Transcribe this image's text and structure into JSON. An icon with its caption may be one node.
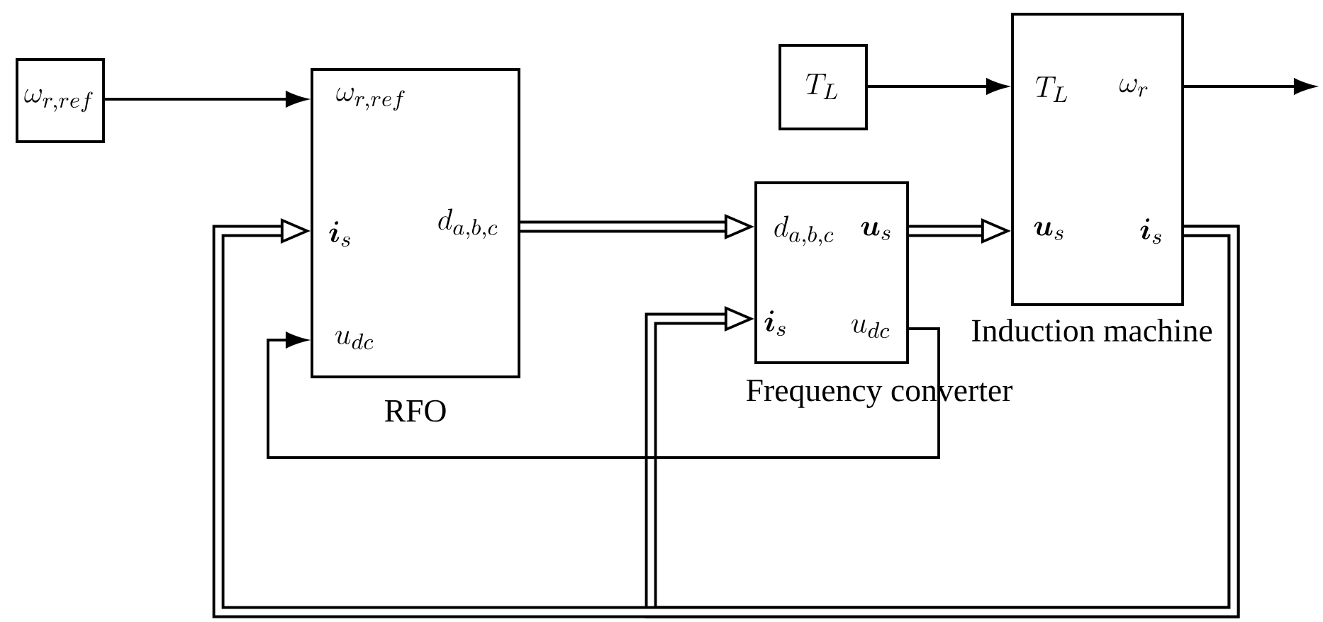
{
  "diagram": {
    "nodes": [
      {
        "text": [
          "\\omega_{r,ref}"
        ]
      },
      {
        "text": [
          "\\omega_{r,ref}",
          "\\boldsymbol{i}_s",
          "u_{dc}",
          "d_{a,b,c}"
        ],
        "beside": [
          "RFO"
        ]
      },
      {
        "text": [
          "T_L"
        ]
      },
      {
        "text": [
          "d_{a,b,c}",
          "\\boldsymbol{u}_s",
          "\\boldsymbol{i}_s",
          "u_{dc}"
        ],
        "beside": [
          "Frequency converter"
        ]
      },
      {
        "text": [
          "T_L",
          "\\omega_r",
          "\\boldsymbol{u}_s",
          "\\boldsymbol{i}_s"
        ],
        "beside": [
          "Induction machine"
        ]
      }
    ],
    "edges": [
      {
        "from": 0,
        "to": 1,
        "arrow": "to"
      },
      {
        "from": 2,
        "to": 4,
        "arrow": "to"
      },
      {
        "from": 4,
        "to": null,
        "arrow": "to"
      },
      {
        "from": 1,
        "to": 3,
        "arrow": "to",
        "style": "thick"
      },
      {
        "from": 3,
        "to": 4,
        "arrow": "to",
        "style": "thick"
      },
      {
        "from": 4,
        "to": 3,
        "arrow": "to",
        "style": "thick"
      },
      {
        "from": 4,
        "to": 1,
        "arrow": "to",
        "style": "thick"
      },
      {
        "from": 3,
        "to": 1,
        "arrow": "to"
      }
    ]
  }
}
